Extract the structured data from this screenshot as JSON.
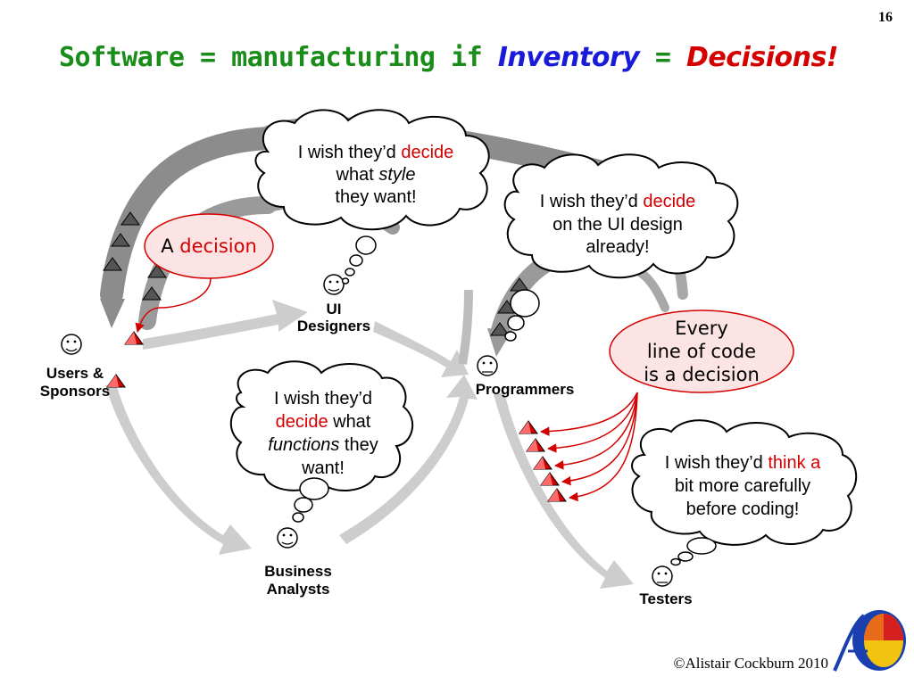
{
  "slide": {
    "page_number": "16",
    "title_part1": "Software = manufacturing if ",
    "title_part2": "Inventory",
    "title_part3": " = ",
    "title_part4": "Decisions!",
    "copyright": "©Alistair Cockburn 2010"
  },
  "roles": {
    "users": [
      "Users &",
      "Sponsors"
    ],
    "ui": [
      "UI",
      "Designers"
    ],
    "programmers": "Programmers",
    "analysts": [
      "Business",
      "Analysts"
    ],
    "testers": "Testers"
  },
  "bubbles": {
    "style": {
      "l1a": "I wish they’d ",
      "l1b": "decide",
      "l2a": "what ",
      "l2b": "style",
      "l3": "they want!"
    },
    "ui_design": {
      "l1a": "I wish they’d ",
      "l1b": "decide",
      "l2": "on the UI design",
      "l3": "already!"
    },
    "functions": {
      "l1": "I wish they’d",
      "l2a": "decide",
      "l2b": " what",
      "l3a": "functions",
      "l3b": " they",
      "l4": "want!"
    },
    "careful": {
      "l1a": "I wish they’d ",
      "l1b": "think a",
      "l2": "bit more carefully",
      "l3": "before coding!"
    }
  },
  "ovals": {
    "decision": {
      "a": "A ",
      "b": "decision"
    },
    "every": [
      "Every",
      "line of code",
      "is a decision"
    ]
  },
  "colors": {
    "green": "#1a8c1a",
    "blue": "#1a1ad9",
    "red": "#d40000",
    "arrow_dark": "#8c8c8c",
    "arrow_light": "#cdcdcd",
    "oval_fill": "#fde4e4"
  }
}
